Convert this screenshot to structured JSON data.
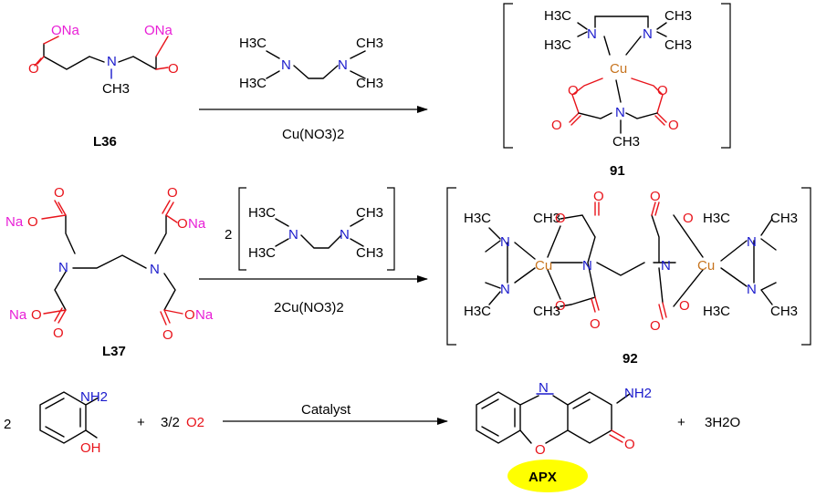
{
  "colors": {
    "oxygen": "#e8141b",
    "nitrogen": "#1a1acc",
    "sodium": "#e81ed6",
    "copper": "#c7741f",
    "highlight": "#ffff00"
  },
  "atoms": {
    "ONa": "ONa",
    "NaO": "NaO",
    "Na": "Na",
    "O": "O",
    "N": "N",
    "Cu": "Cu",
    "CH3": "CH3",
    "H3C": "H3C",
    "NH2": "NH2",
    "OH": "OH"
  },
  "labels": {
    "L36": "L36",
    "L37": "L37",
    "c91": "91",
    "c92": "92",
    "APX": "APX"
  },
  "reaction1": {
    "reagent": "Cu(NO3)2"
  },
  "reaction2": {
    "coefficient": "2",
    "reagent": "2Cu(NO3)2"
  },
  "reaction3": {
    "coef_start": "2",
    "plus": "+",
    "o2_coef": "3/2",
    "o2": "O2",
    "catalyst": "Catalyst",
    "water": "3H2O"
  }
}
